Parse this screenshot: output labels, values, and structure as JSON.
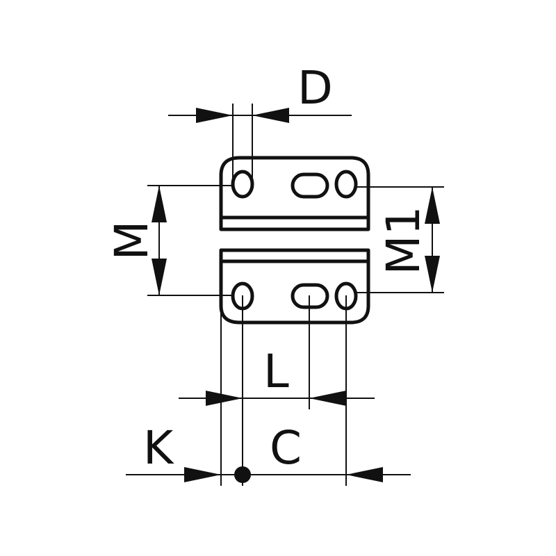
{
  "diagram": {
    "labels": {
      "D": "D",
      "M": "M",
      "M1": "M1",
      "L": "L",
      "K": "K",
      "C": "C"
    },
    "colors": {
      "ink": "#111111",
      "background": "#ffffff"
    }
  }
}
